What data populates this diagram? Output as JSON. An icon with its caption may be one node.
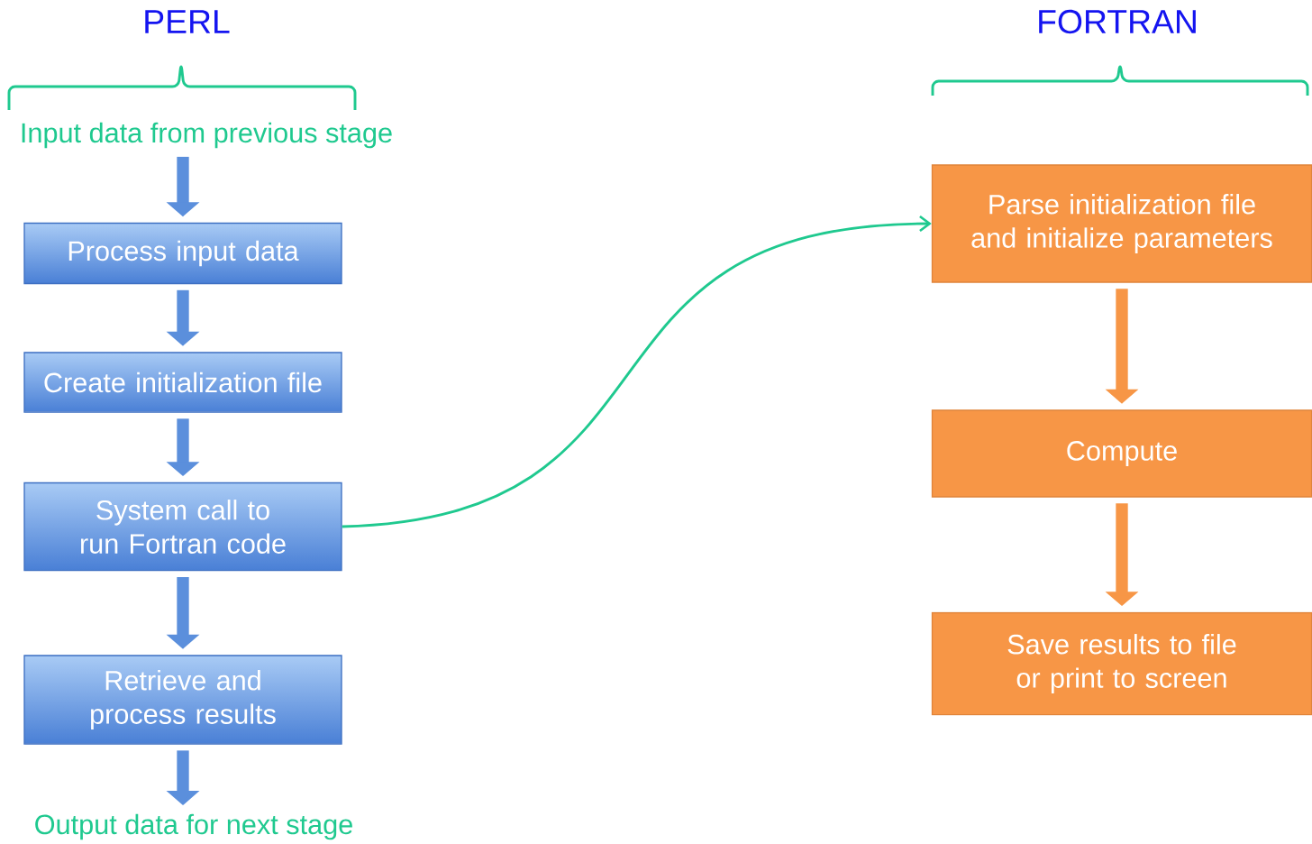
{
  "diagram": {
    "nodes": [
      {
        "text": [
          "Input data from previous stage"
        ]
      },
      {
        "text": [
          "Process input data"
        ]
      },
      {
        "text": [
          "Create initialization file"
        ]
      },
      {
        "text": [
          "System call to run Fortran code"
        ]
      },
      {
        "text": [
          "Retrieve and process results"
        ]
      },
      {
        "text": [
          "Output data for next stage"
        ]
      },
      {
        "text": [
          "Parse initialization file and initialize parameters"
        ]
      },
      {
        "text": [
          "Compute"
        ]
      },
      {
        "text": [
          "Save results to file or print to screen"
        ]
      }
    ],
    "edges": [
      {
        "from": 0,
        "to": 1,
        "arrow": "to"
      },
      {
        "from": 1,
        "to": 2,
        "arrow": "to"
      },
      {
        "from": 2,
        "to": 3,
        "arrow": "to"
      },
      {
        "from": 3,
        "to": 4,
        "arrow": "to"
      },
      {
        "from": 4,
        "to": 5,
        "arrow": "to"
      },
      {
        "from": 3,
        "to": 6,
        "arrow": "to",
        "color": "#1fc98f"
      },
      {
        "from": 6,
        "to": 7,
        "arrow": "to",
        "color": "#f79646"
      },
      {
        "from": 7,
        "to": 8,
        "arrow": "to",
        "color": "#f79646"
      }
    ],
    "labels": [
      "PERL",
      "FORTRAN"
    ]
  }
}
